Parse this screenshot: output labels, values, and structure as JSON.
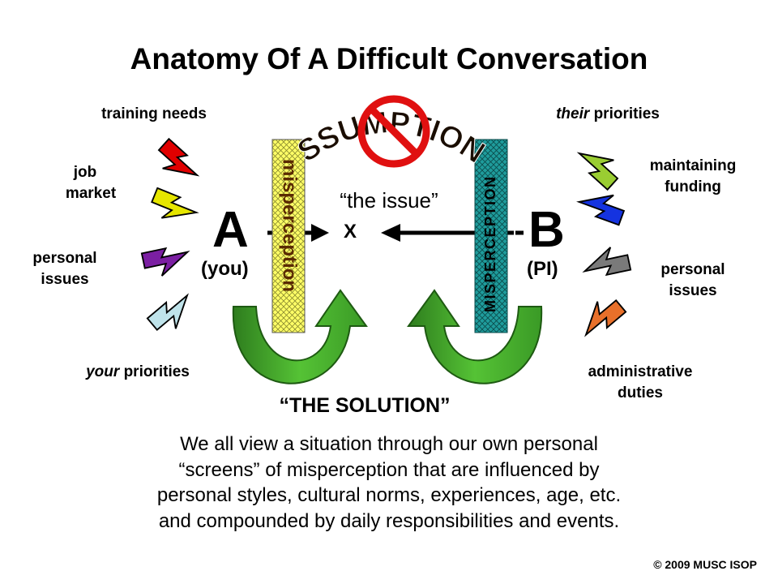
{
  "title": "Anatomy Of A Difficult Conversation",
  "person_a": {
    "letter": "A",
    "role": "(you)"
  },
  "person_b": {
    "letter": "B",
    "role": "(PI)"
  },
  "center": {
    "issue": "“the issue”",
    "mark": "X"
  },
  "screens": {
    "left": "misperception",
    "right": "MISPERCEPTION"
  },
  "assumptions": "ASSUMPTIONS",
  "left_factors": {
    "training_needs": "training needs",
    "job_market": [
      "job",
      "market"
    ],
    "personal_issues": [
      "personal",
      "issues"
    ],
    "your_priorities": {
      "emph": "your",
      "rest": " priorities"
    }
  },
  "right_factors": {
    "their_priorities": {
      "emph": "their",
      "rest": " priorities"
    },
    "maintaining_funding": [
      "maintaining",
      "funding"
    ],
    "personal_issues": [
      "personal",
      "issues"
    ],
    "administrative_duties": [
      "administrative",
      "duties"
    ]
  },
  "solution": "“THE SOLUTION”",
  "description": [
    "We all view a situation through our own personal",
    "“screens” of misperception that are influenced by",
    "personal styles, cultural norms, experiences, age, etc.",
    "and compounded by daily responsibilities and events."
  ],
  "copyright": "© 2009 MUSC ISOP",
  "colors": {
    "bolt_red": "#e00000",
    "bolt_yellow": "#e6e600",
    "bolt_purple": "#7b1fa2",
    "bolt_lightblue": "#bfe3ea",
    "bolt_lime": "#9acd32",
    "bolt_blue": "#1533e0",
    "bolt_gray": "#7a7a7a",
    "bolt_orange": "#e8702a",
    "screen_left": "#ffff66",
    "screen_right": "#1f9c9c",
    "solution_arrow": "#3faa2a",
    "no_sign": "#e01010"
  }
}
